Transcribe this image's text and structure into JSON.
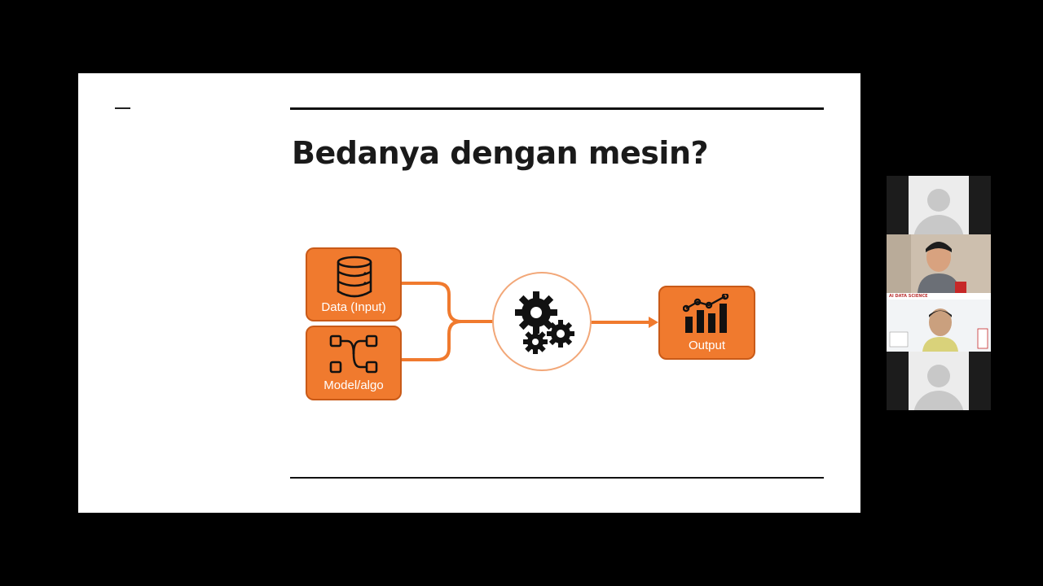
{
  "slide": {
    "title": "Bedanya dengan mesin?",
    "boxes": {
      "data_input": "Data (Input)",
      "model_algo": "Model/algo",
      "output": "Output"
    },
    "icons": [
      "database-icon",
      "flow-diagram-icon",
      "gears-icon",
      "bar-chart-trend-icon"
    ],
    "colors": {
      "accent": "#f07a2e",
      "accent_border": "#c95a18",
      "ring": "#f2a778"
    }
  },
  "participants": {
    "tiles": [
      {
        "kind": "placeholder-avatar"
      },
      {
        "kind": "video"
      },
      {
        "kind": "video",
        "caption": "AI DATA SCIENCE"
      },
      {
        "kind": "placeholder-avatar"
      }
    ]
  }
}
